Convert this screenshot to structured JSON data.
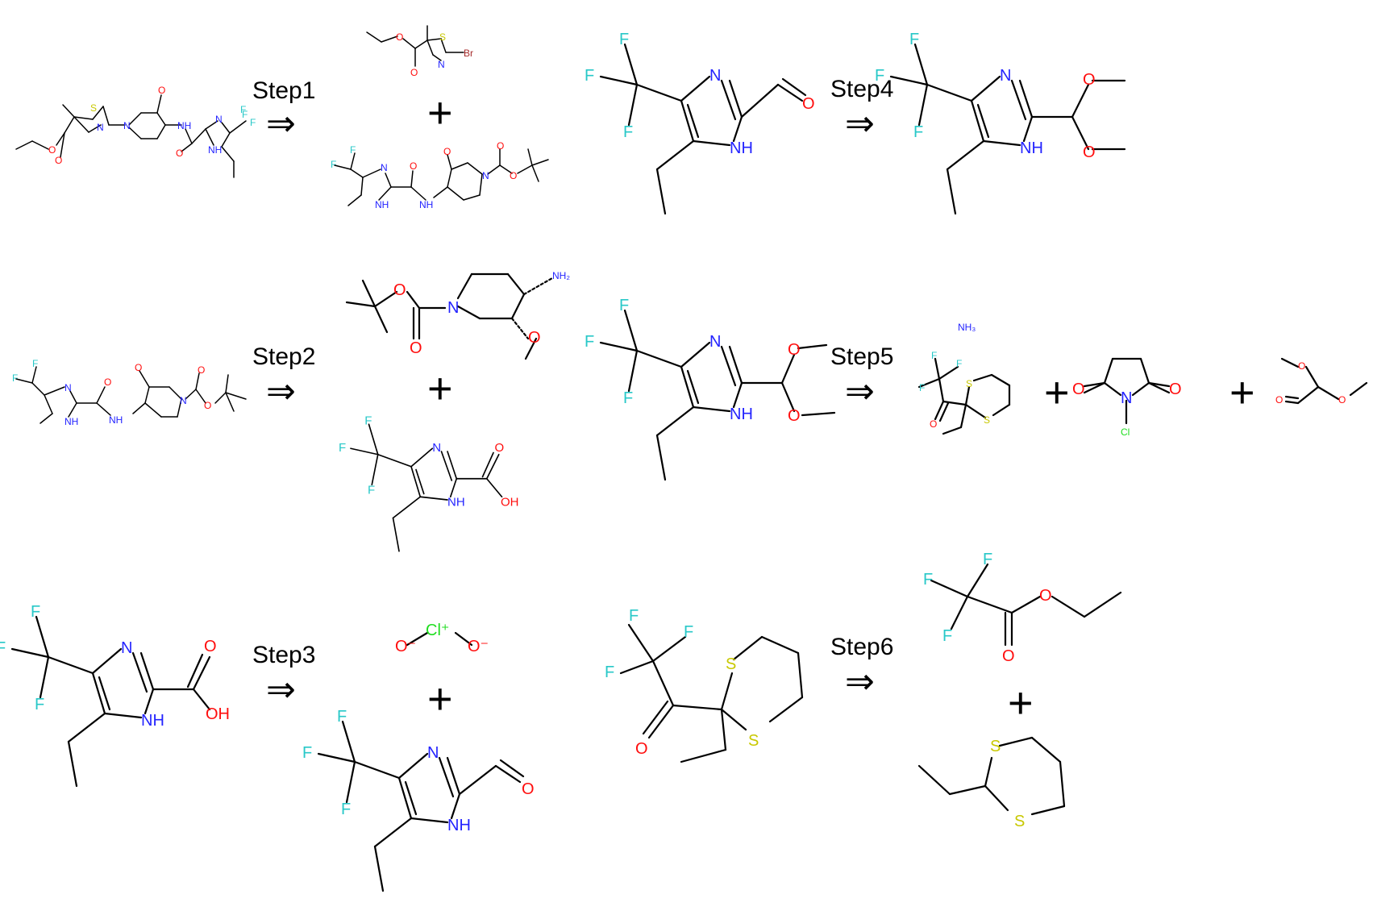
{
  "colors": {
    "carbon": "#000000",
    "nitrogen": "#2323ff",
    "oxygen": "#ff0d0d",
    "fluorine": "#28c8c8",
    "sulfur": "#c8c800",
    "chlorine": "#1fdd1f",
    "bromine": "#a52a2a"
  },
  "arrow_symbol": "⇒",
  "plus_symbol": "+",
  "steps": [
    {
      "label": "Step1"
    },
    {
      "label": "Step2"
    },
    {
      "label": "Step3"
    },
    {
      "label": "Step4"
    },
    {
      "label": "Step5"
    },
    {
      "label": "Step6"
    }
  ],
  "atoms": {
    "N": "N",
    "NH": "NH",
    "O": "O",
    "OH": "OH",
    "F": "F",
    "S": "S",
    "Br": "Br",
    "Cl": "Cl",
    "Cl_plus": "Cl⁺",
    "O_minus": "O⁻",
    "NH2": "NH₂",
    "NH3": "NH₃"
  }
}
